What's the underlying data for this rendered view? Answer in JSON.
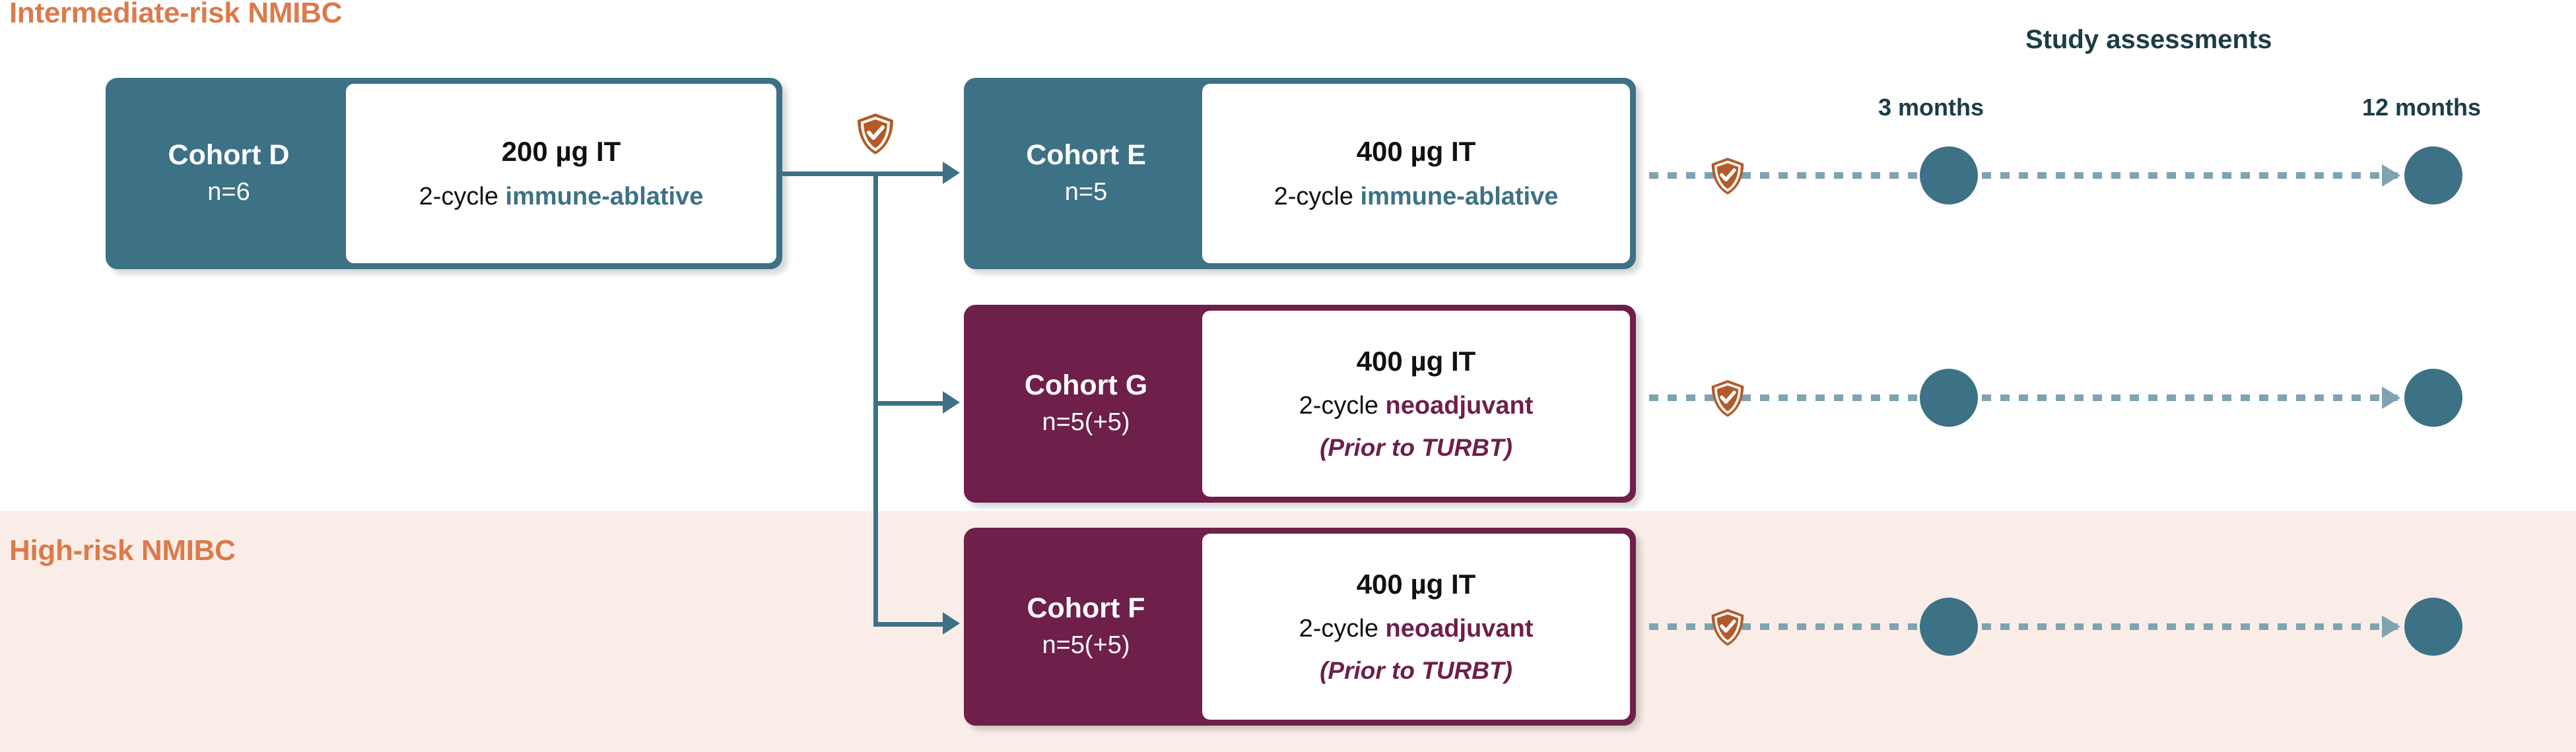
{
  "sections": [
    {
      "id": "intermediate",
      "label": "Intermediate-risk NMIBC"
    },
    {
      "id": "high",
      "label": "High-risk NMIBC"
    }
  ],
  "colors": {
    "teal": "#3D7186",
    "maroon": "#6E1F4A",
    "orange_heading": "#DC7A4A",
    "shield_orange": "#B35A28",
    "rail": "#7FA3B0",
    "band_high_bg": "#FAEDE7",
    "dark_teal_text": "#1C3D45"
  },
  "cohorts": [
    {
      "id": "d",
      "name": "Cohort D",
      "n": "n=6",
      "dose": "200 µg IT",
      "regimen_prefix": "2-cycle ",
      "regimen_keyword": "immune-ablative",
      "note": "",
      "scheme": "teal"
    },
    {
      "id": "e",
      "name": "Cohort E",
      "n": "n=5",
      "dose": "400 µg IT",
      "regimen_prefix": "2-cycle ",
      "regimen_keyword": "immune-ablative",
      "note": "",
      "scheme": "teal"
    },
    {
      "id": "g",
      "name": "Cohort G",
      "n": "n=5(+5)",
      "dose": "400 µg IT",
      "regimen_prefix": "2-cycle ",
      "regimen_keyword": "neoadjuvant",
      "note": "(Prior to TURBT)",
      "scheme": "maroon"
    },
    {
      "id": "f",
      "name": "Cohort F",
      "n": "n=5(+5)",
      "dose": "400 µg IT",
      "regimen_prefix": "2-cycle ",
      "regimen_keyword": "neoadjuvant",
      "note": "(Prior to TURBT)",
      "scheme": "maroon"
    }
  ],
  "assessments": {
    "title": "Study assessments",
    "timepoints": [
      {
        "label": "3 months"
      },
      {
        "label": "12 months"
      }
    ]
  },
  "icons": {
    "shield": "shield-check-icon"
  }
}
